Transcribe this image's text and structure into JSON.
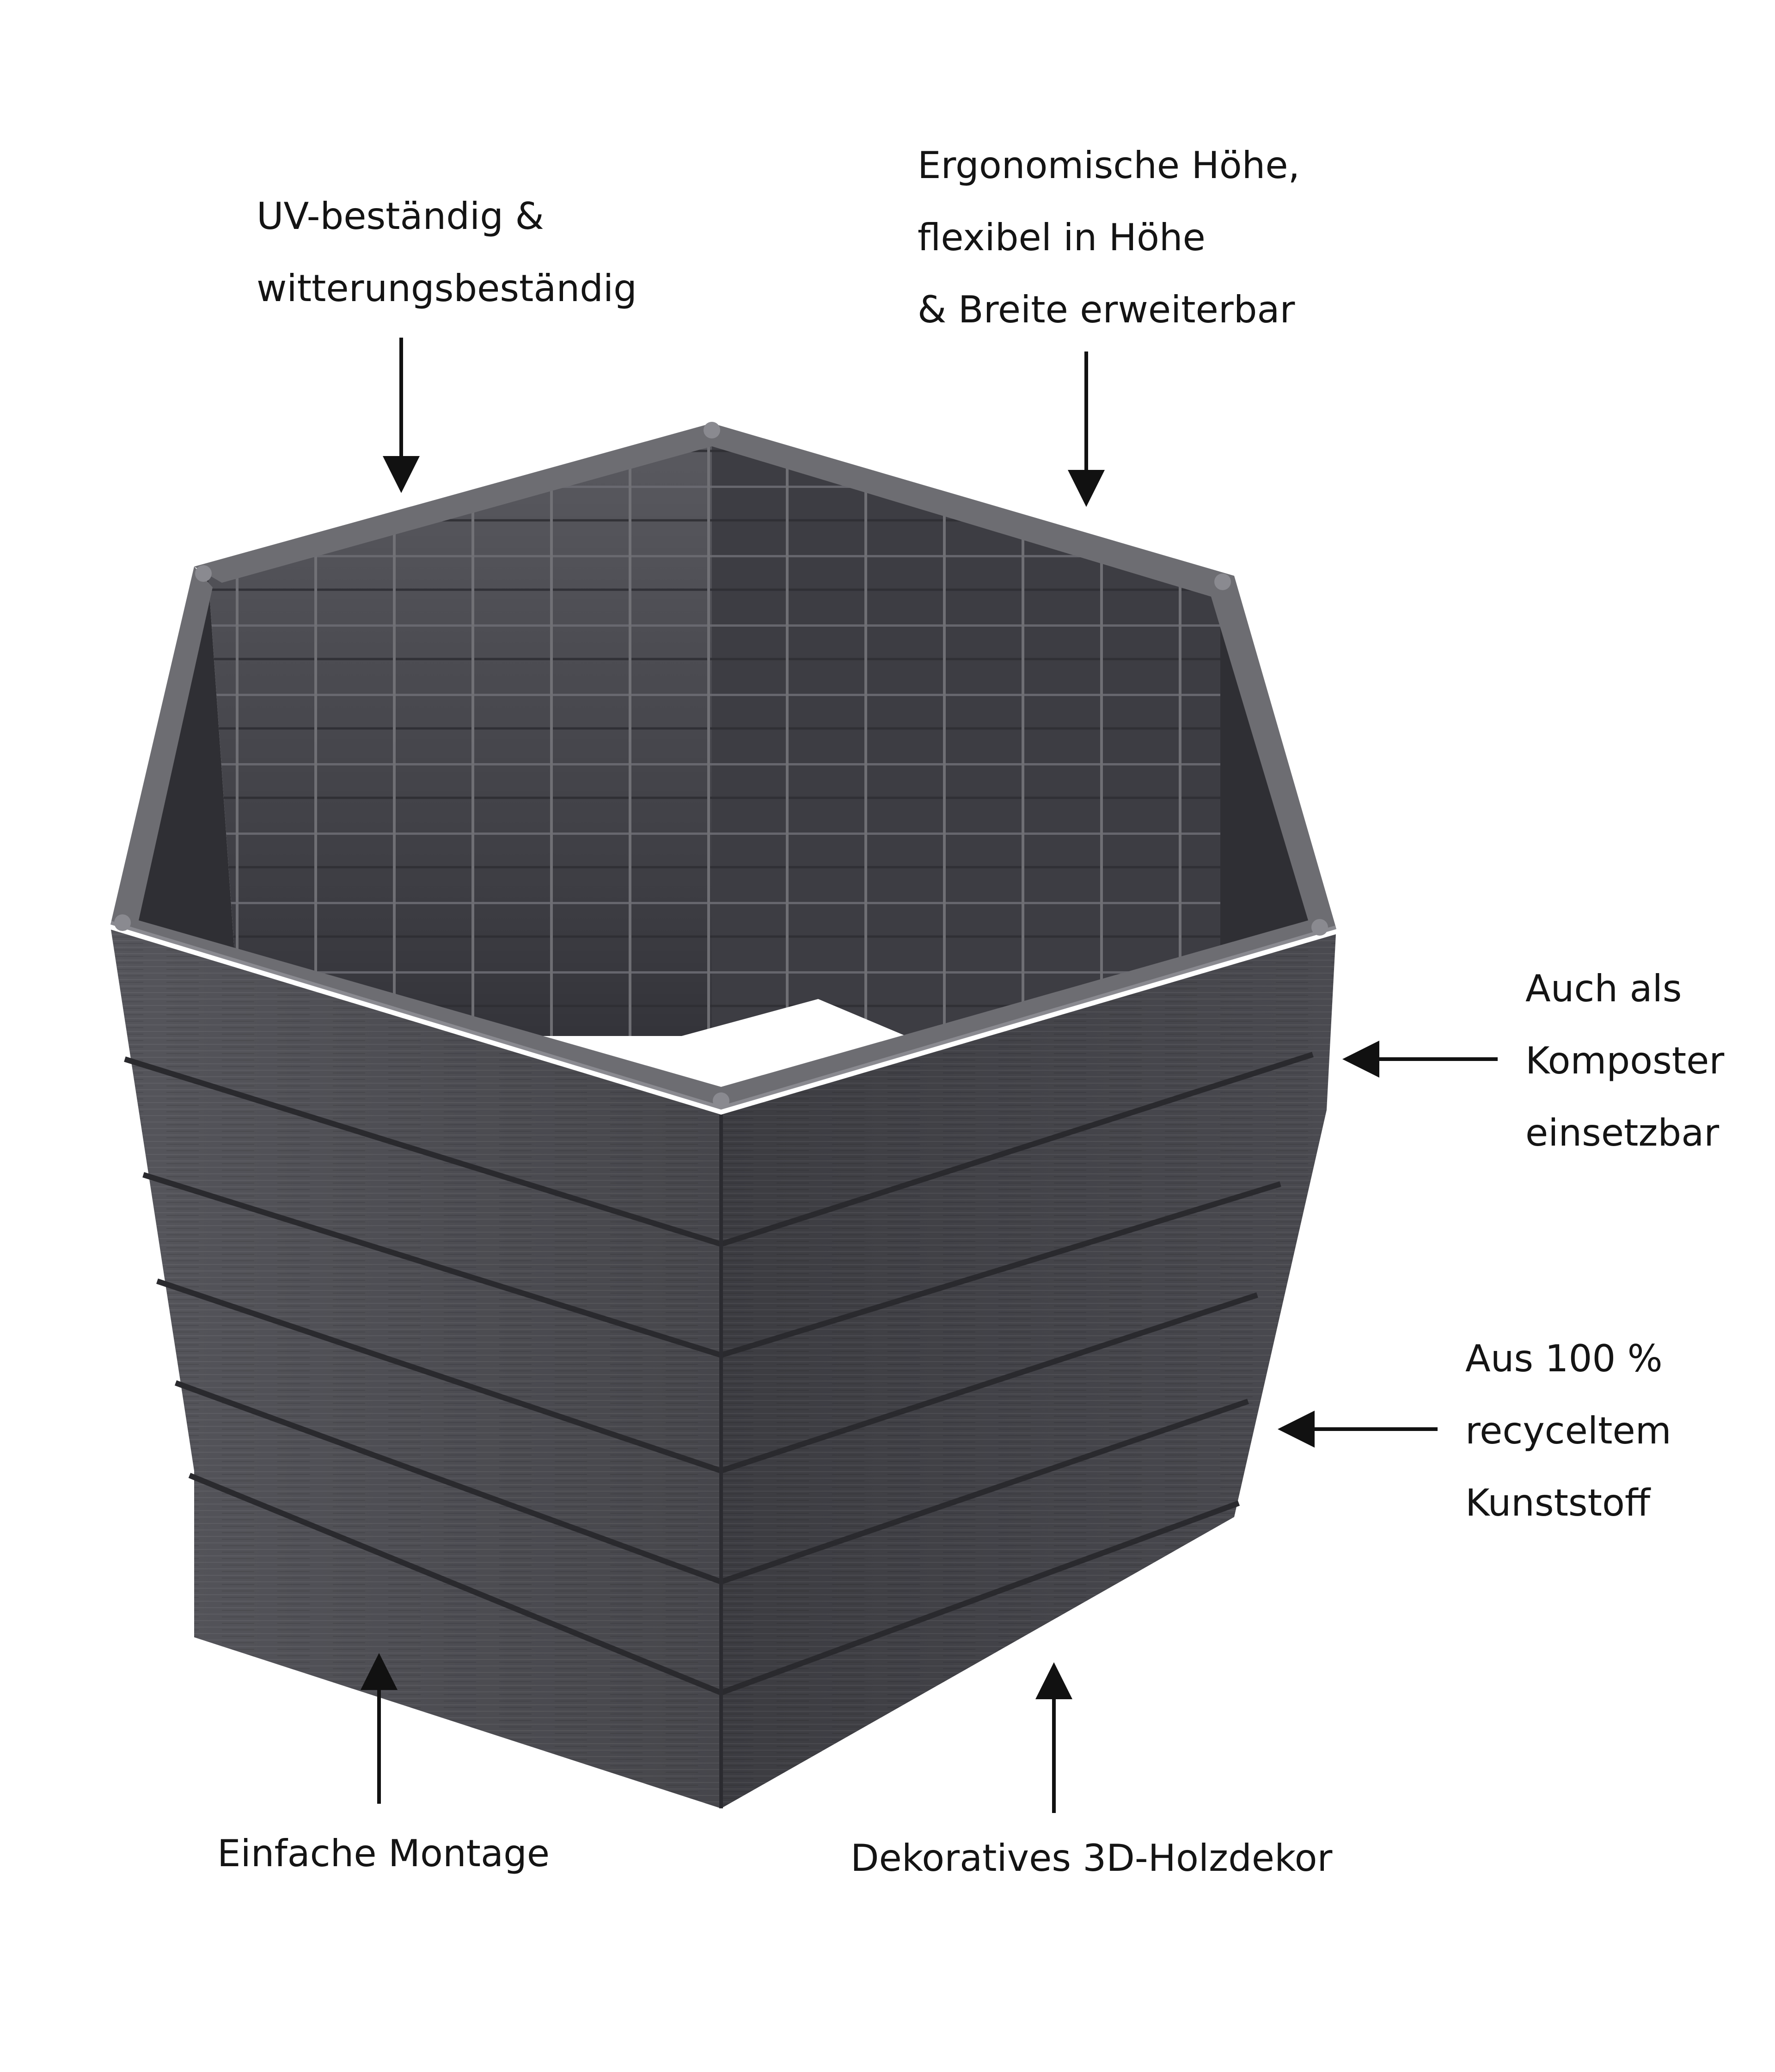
{
  "annotations": {
    "uv": {
      "lines": [
        "UV-beständig &",
        "witterungsbeständig"
      ]
    },
    "ergonomic": {
      "lines": [
        "Ergonomische Höhe,",
        "flexibel in Höhe",
        "& Breite erweiterbar"
      ]
    },
    "compost": {
      "lines": [
        "Auch als",
        "Komposter",
        "einsetzbar"
      ]
    },
    "recycled": {
      "lines": [
        "Aus 100 %",
        "recyceltem",
        "Kunststoff"
      ]
    },
    "assembly": {
      "lines": [
        "Einfache Montage"
      ]
    },
    "decor": {
      "lines": [
        "Dekoratives 3D-Holzdekor"
      ]
    }
  },
  "colors": {
    "background": "#ffffff",
    "text": "#141414",
    "arrow": "#111111",
    "rim": "#6a6a6e",
    "interior": "#3f3f44",
    "exterior_left": "#4b4b50",
    "exterior_right": "#414146"
  }
}
